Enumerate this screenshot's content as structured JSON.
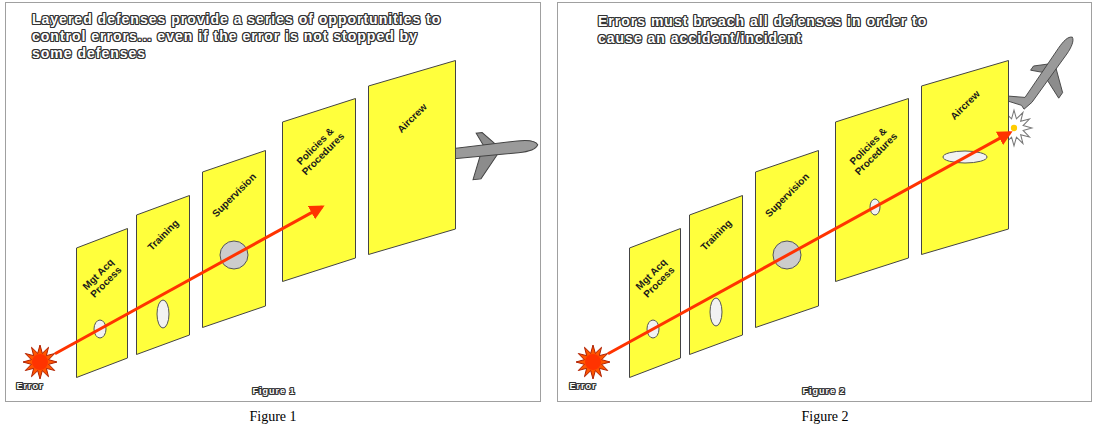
{
  "diagram": {
    "nodes": [
      {
        "text": [
          "Layered defenses provide a series of opportunities to control errors... even if the error is not stopped by some defenses",
          "Figure 1"
        ]
      },
      {
        "text": [
          "Mgt Acq Process"
        ],
        "in": 0
      },
      {
        "text": [
          "Training"
        ],
        "in": 0
      },
      {
        "text": [
          "Supervision"
        ],
        "in": 0
      },
      {
        "text": [
          "Policies & Procedures"
        ],
        "in": 0
      },
      {
        "text": [
          "Aircrew"
        ],
        "in": 0
      },
      {
        "text": [
          "Errors must breach all defenses in order to cause an accident/incident",
          "Figure 2"
        ]
      },
      {
        "text": [
          "Mgt Acq Process"
        ],
        "in": 6
      },
      {
        "text": [
          "Training"
        ],
        "in": 6
      },
      {
        "text": [
          "Supervision"
        ],
        "in": 6
      },
      {
        "text": [
          "Policies & Procedures"
        ],
        "in": 6
      },
      {
        "text": [
          "Aircrew"
        ],
        "in": 6
      }
    ],
    "labels": [
      "Error",
      "Error",
      "Figure 1",
      "Figure 2"
    ]
  }
}
